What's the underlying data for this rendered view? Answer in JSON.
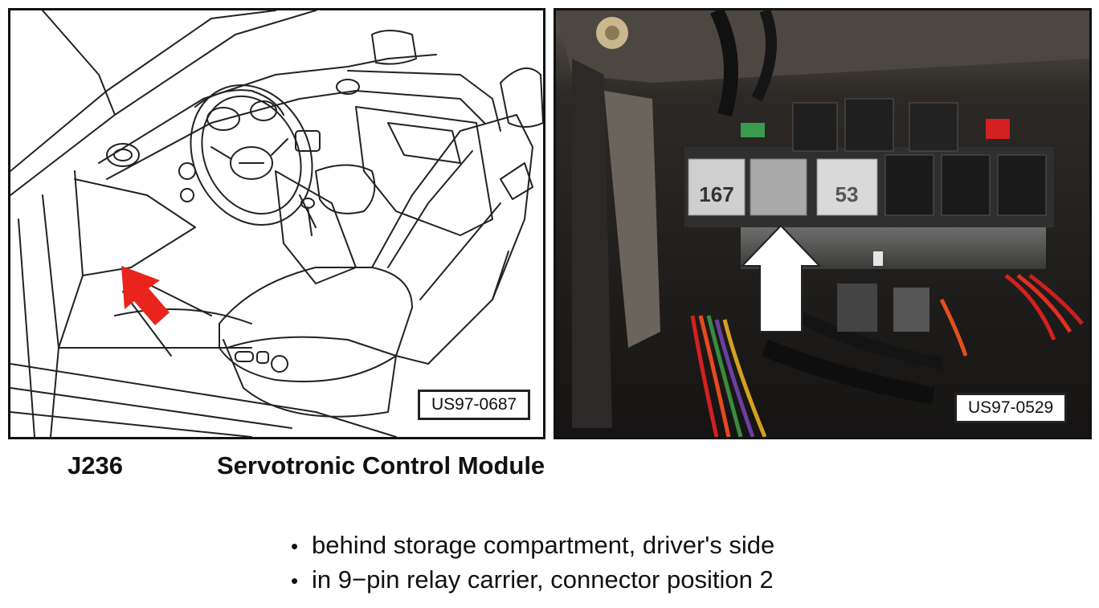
{
  "figures": [
    {
      "label": "US97-0687"
    },
    {
      "label": "US97-0529",
      "relay_labels": [
        "167",
        "53"
      ]
    }
  ],
  "caption": {
    "code": "J236",
    "name": "Servotronic Control Module"
  },
  "notes": [
    {
      "bullet": "•",
      "text": "behind storage compartment, driver's side"
    },
    {
      "bullet": "•",
      "text": "in 9−pin relay carrier, connector position 2"
    }
  ],
  "colors": {
    "arrow_red": "#e8241c",
    "arrow_white": "#ffffff",
    "relay_gray": "#d8d8d8",
    "relay_green": "#3a9b4e",
    "relay_red": "#d42020"
  }
}
